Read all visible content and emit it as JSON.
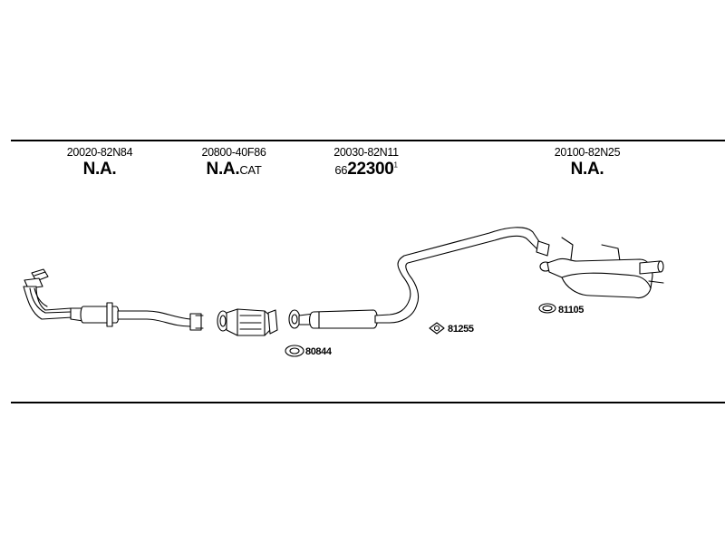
{
  "parts": [
    {
      "id": "front-pipe",
      "part_number": "20020-82N84",
      "status": "N.A.",
      "suffix": ""
    },
    {
      "id": "catalyst",
      "part_number": "20800-40F86",
      "status": "N.A.",
      "suffix": "CAT"
    },
    {
      "id": "middle-pipe",
      "part_number": "20030-82N11",
      "oem_prefix": "66",
      "oem_main": "22300",
      "oem_superscript": "1"
    },
    {
      "id": "rear-muffler",
      "part_number": "20100-82N25",
      "status": "N.A.",
      "suffix": ""
    }
  ],
  "gaskets": [
    {
      "id": "gasket-cat",
      "number": "80844"
    },
    {
      "id": "gasket-mid",
      "number": "81255"
    },
    {
      "id": "gasket-rear",
      "number": "81105"
    }
  ]
}
